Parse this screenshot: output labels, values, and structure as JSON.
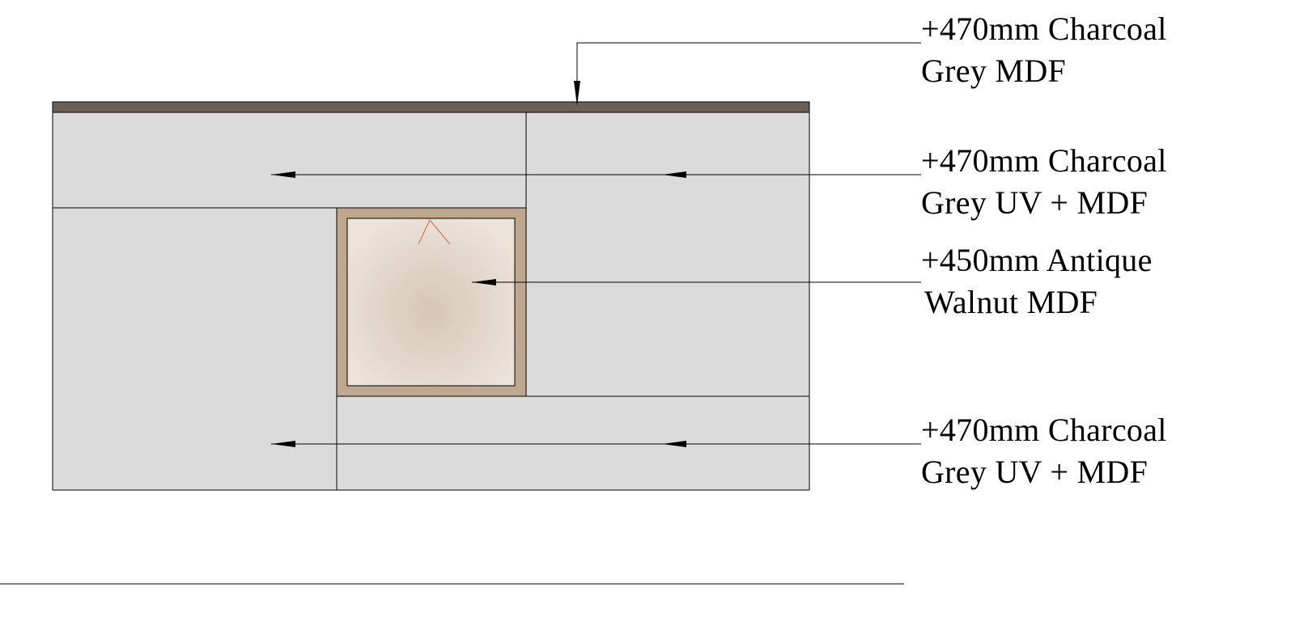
{
  "colors": {
    "panel": "#dbdbdb",
    "top_band": "#6a5f57",
    "walnut_frame": "#c0a88e",
    "walnut_center": "#d6c6b6",
    "walnut_edge": "#ece3db",
    "hinge_mark": "#e0603a",
    "line": "#000000"
  },
  "callouts": [
    {
      "line1": "+470mm Charcoal",
      "line2": "Grey MDF"
    },
    {
      "line1": "+470mm Charcoal",
      "line2": "Grey UV + MDF"
    },
    {
      "line1": "+450mm Antique",
      "line2": "Walnut MDF"
    },
    {
      "line1": "+470mm Charcoal",
      "line2": "Grey UV + MDF"
    }
  ]
}
